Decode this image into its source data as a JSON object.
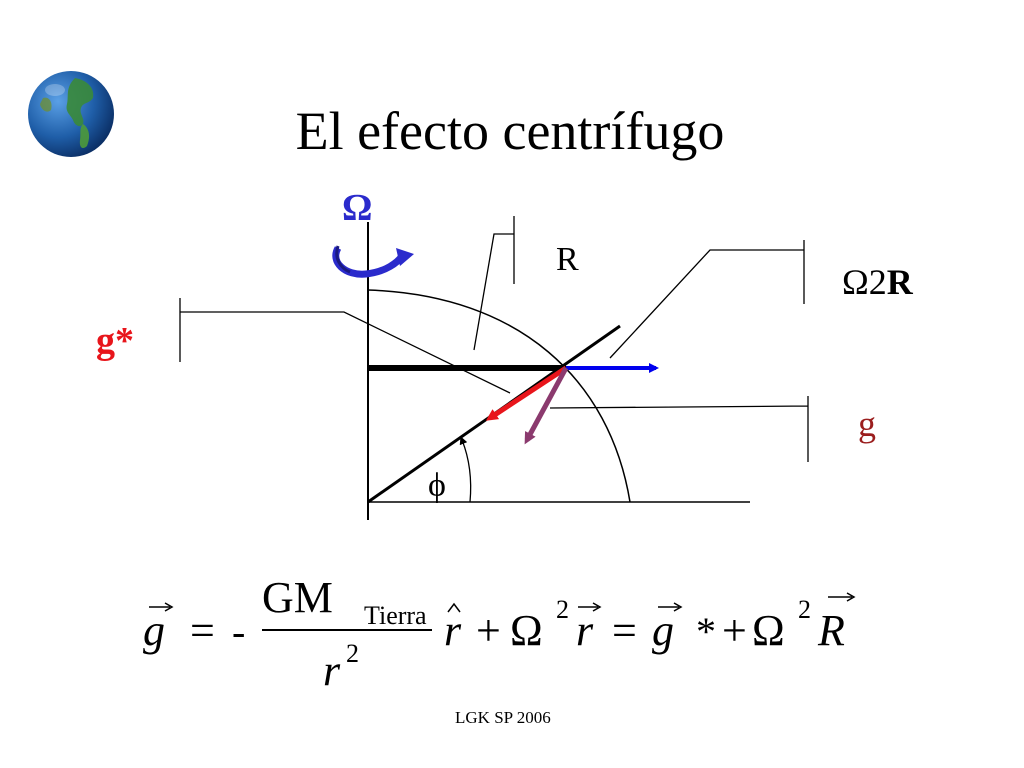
{
  "slide": {
    "title": "El efecto centrífugo",
    "footer": "LGK SP 2006"
  },
  "diagram": {
    "omega": "Ω",
    "R": "R",
    "omega2R_symbol": "Ω",
    "omega2R_exp": "2",
    "omega2R_R": "R",
    "g_star": "g*",
    "g": "g",
    "phi": "ϕ"
  },
  "equation": {
    "g": "g",
    "equals": "=",
    "minus": "-",
    "GM": "GM",
    "Tierra": "Tierra",
    "r": "r",
    "two": "2",
    "plus": "+",
    "Omega": "Ω",
    "star": "*",
    "R": "R"
  },
  "colors": {
    "omega_blue": "#2b2bcc",
    "centrifugal_blue": "#0000ee",
    "g_star_red": "#e8151b",
    "g_dark_red": "#9b1e1e",
    "g_vector_purple": "#8b3a6e",
    "earth_ocean": "#1f5ea8",
    "earth_land": "#3a8a3a"
  }
}
